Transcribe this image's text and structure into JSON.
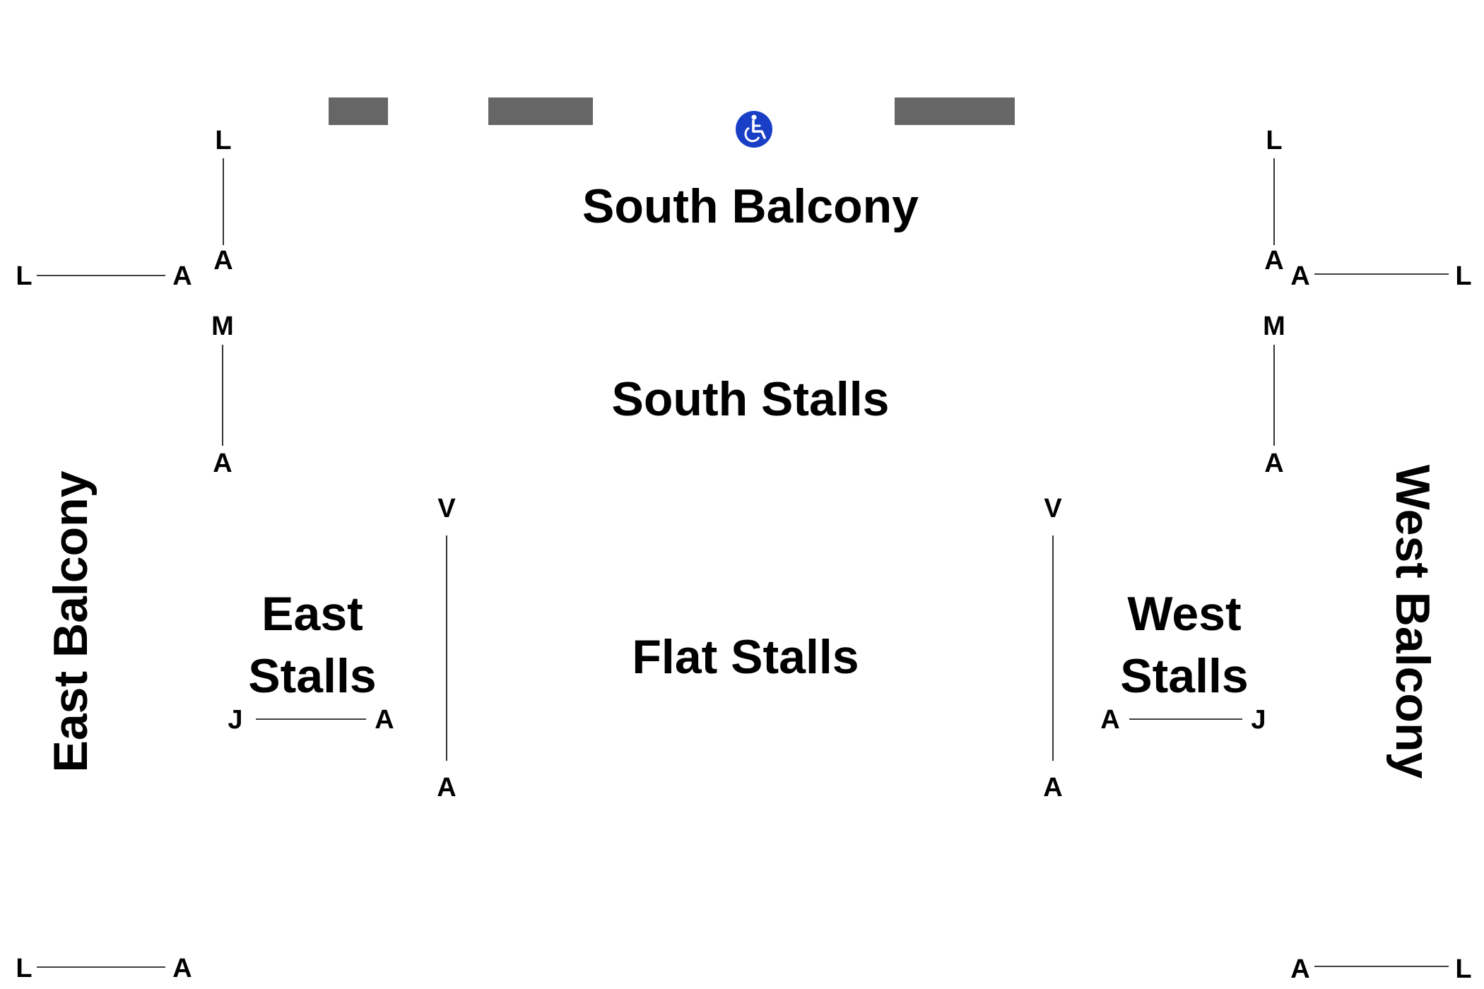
{
  "colors": {
    "background": "#ffffff",
    "text": "#000000",
    "blocked_seat": "#666666",
    "wheelchair": "#1a3fc7"
  },
  "sections": {
    "south_balcony": "South Balcony",
    "south_stalls": "South Stalls",
    "flat_stalls": "Flat Stalls",
    "east_stalls_line1": "East",
    "east_stalls_line2": "Stalls",
    "west_stalls_line1": "West",
    "west_stalls_line2": "Stalls",
    "east_balcony": "East Balcony",
    "west_balcony": "West Balcony"
  },
  "rows": {
    "sb_left_top": "L",
    "sb_left_bottom": "A",
    "sb_right_top": "L",
    "sb_right_bottom": "A",
    "eb_upper_left": "L",
    "eb_upper_right": "A",
    "wb_upper_left": "A",
    "wb_upper_right": "L",
    "ss_left_top": "M",
    "ss_left_bottom": "A",
    "ss_right_top": "M",
    "ss_right_bottom": "A",
    "fs_left_top": "V",
    "fs_left_bottom": "A",
    "fs_right_top": "V",
    "fs_right_bottom": "A",
    "es_left": "J",
    "es_right": "A",
    "ws_left": "A",
    "ws_right": "J",
    "eb_lower_left": "L",
    "eb_lower_right": "A",
    "wb_lower_left": "A",
    "wb_lower_right": "L"
  },
  "icons": {
    "accessible": "wheelchair-icon"
  }
}
